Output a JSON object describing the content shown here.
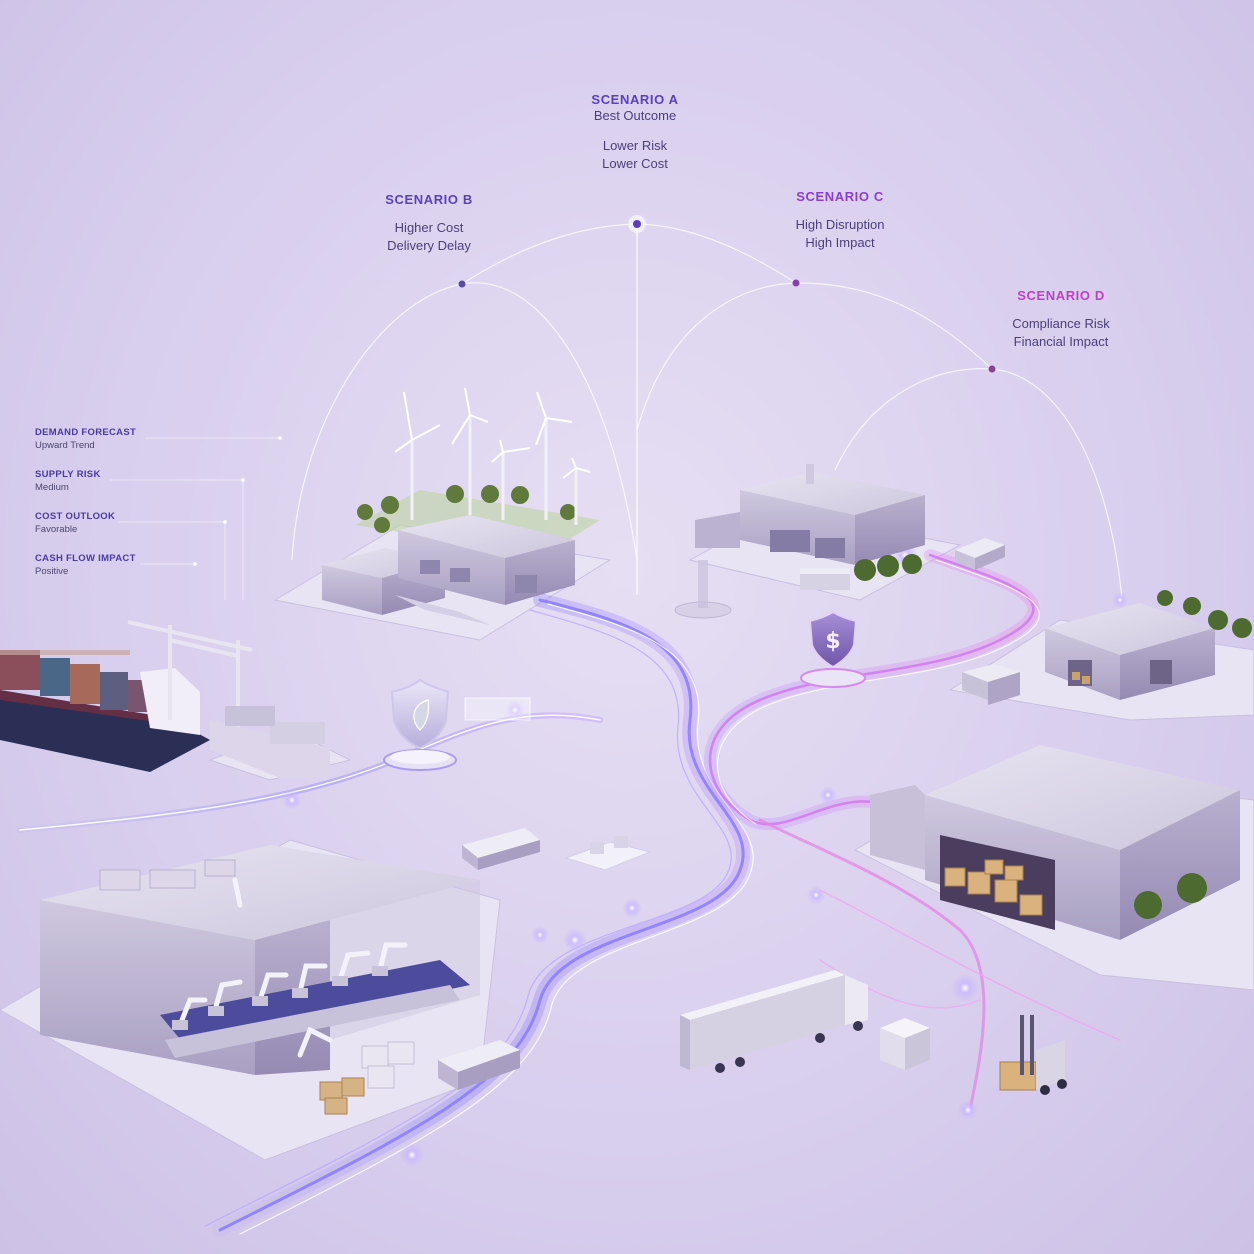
{
  "scenarios": {
    "a": {
      "title": "SCENARIO A",
      "line1": "Best Outcome",
      "line2": "Lower Risk",
      "line3": "Lower Cost"
    },
    "b": {
      "title": "SCENARIO B",
      "line1": "Higher Cost",
      "line2": "Delivery Delay"
    },
    "c": {
      "title": "SCENARIO C",
      "line1": "High Disruption",
      "line2": "High Impact"
    },
    "d": {
      "title": "SCENARIO D",
      "line1": "Compliance Risk",
      "line2": "Financial Impact"
    }
  },
  "metrics": [
    {
      "label": "DEMAND FORECAST",
      "value": "Upward Trend"
    },
    {
      "label": "SUPPLY RISK",
      "value": "Medium"
    },
    {
      "label": "COST OUTLOOK",
      "value": "Favorable"
    },
    {
      "label": "CASH FLOW IMPACT",
      "value": "Positive"
    }
  ],
  "icons": {
    "leaf_shield": "shield-leaf-icon",
    "dollar_shield": "shield-dollar-icon",
    "dollar_symbol": "$"
  },
  "colors": {
    "accent_blue": "#6a5cff",
    "accent_violet": "#9a6cf0",
    "accent_pink": "#e46ce6",
    "heading_purple": "#5a3fbf"
  }
}
